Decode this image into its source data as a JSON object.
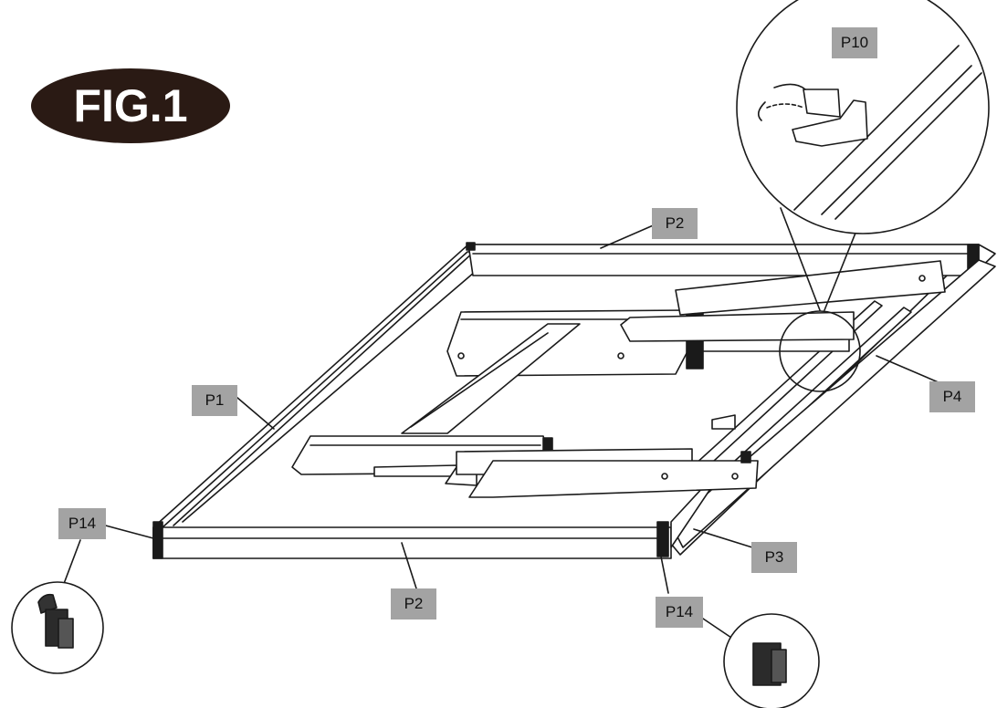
{
  "figure": {
    "title": "FIG.1"
  },
  "labels": {
    "p1": "P1",
    "p2_top": "P2",
    "p2_bottom": "P2",
    "p3": "P3",
    "p4": "P4",
    "p10": "P10",
    "p14_left": "P14",
    "p14_right": "P14"
  },
  "colors": {
    "line": "#1a1a1a",
    "label_bg": "#a3a3a3",
    "badge_bg": "#2a1a14"
  }
}
